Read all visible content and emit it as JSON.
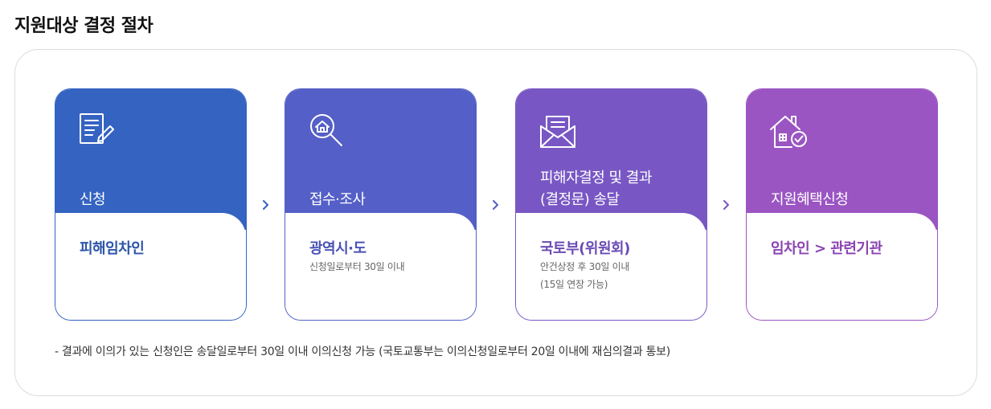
{
  "title": "지원대상 결정 절차",
  "steps": [
    {
      "step": "신청",
      "actor": "피해임차인",
      "note1": "",
      "note2": "",
      "color": "#3463c2",
      "icon": "document-pen-icon"
    },
    {
      "step": "접수·조사",
      "actor": "광역시·도",
      "note1": "신청일로부터 30일 이내",
      "note2": "",
      "color": "#545fc7",
      "icon": "house-search-icon"
    },
    {
      "step_line1": "피해자결정 및 결과",
      "step_line2": "(결정문) 송달",
      "actor": "국토부(위원회)",
      "note1": "안건상정 후 30일 이내",
      "note2": "(15일 연장 가능)",
      "color": "#7857c4",
      "icon": "envelope-icon"
    },
    {
      "step": "지원혜택신청",
      "actor": "임차인 > 관련기관",
      "note1": "",
      "note2": "",
      "color": "#9a55c2",
      "icon": "house-check-icon"
    }
  ],
  "arrow_icon": "chevron-right-icon",
  "footnote": "- 결과에 이의가 있는 신청인은 송달일로부터 30일 이내 이의신청 가능 (국토교통부는 이의신청일로부터 20일 이내에 재심의결과 통보)"
}
